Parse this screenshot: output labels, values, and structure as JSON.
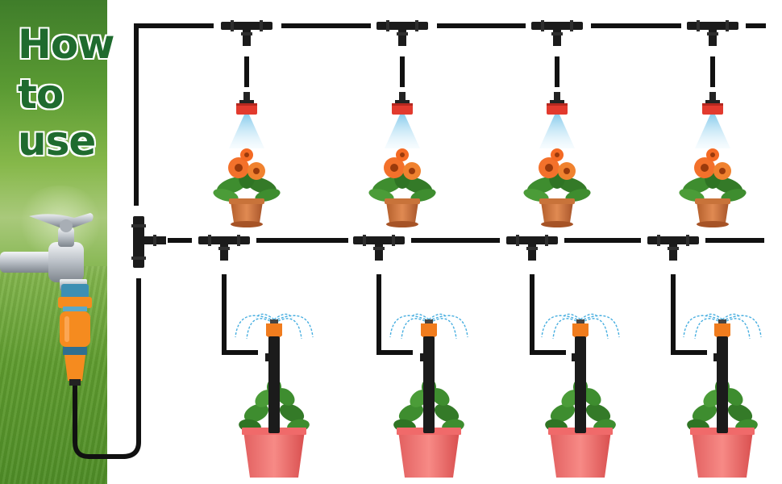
{
  "title": {
    "lines": [
      "How",
      "to",
      "use"
    ],
    "color": "#1f6b2e",
    "outline_color": "#ffffff"
  },
  "colors": {
    "tubing": "#111111",
    "tee_fitting": "#1b1b1b",
    "mist_nozzle": "#e23a2e",
    "spray_cone": "#9fd8f2",
    "stake_head": "#f07c1e",
    "flower_petals": "#f3712b",
    "leaves": "#3e8d2f",
    "clay_pot": "#c8733a",
    "square_pot": "#f06a6a",
    "faucet": "#c7ccd1",
    "hose_connector": "#f58b1f",
    "grass_panel": "#5a9a33"
  },
  "icons": [
    "faucet-icon",
    "hose-connector-icon",
    "tee-fitting-icon",
    "mist-nozzle-icon",
    "drip-stake-icon",
    "flower-pot-icon",
    "square-pot-plant-icon"
  ]
}
